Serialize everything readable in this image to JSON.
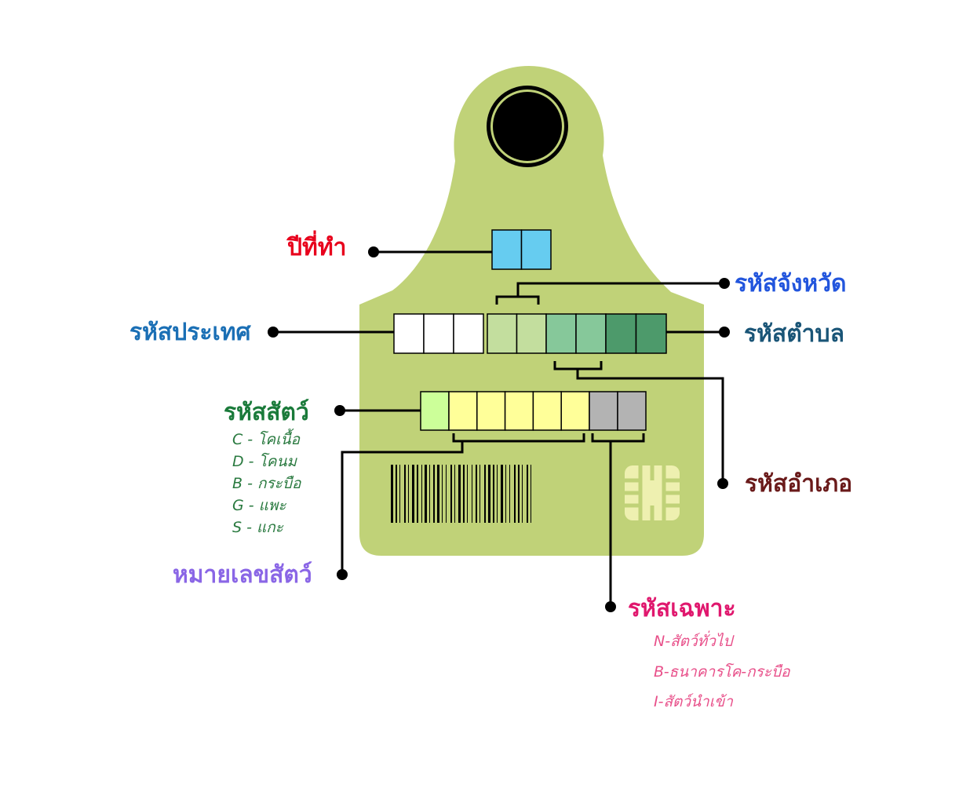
{
  "labels": {
    "year": "ปีที่ทำ",
    "province": "รหัสจังหวัด",
    "country": "รหัสประเทศ",
    "subdistrict": "รหัสตำบล",
    "animal": "รหัสสัตว์",
    "animal_number": "หมายเลขสัตว์",
    "district": "รหัสอำเภอ",
    "special": "รหัสเฉพาะ"
  },
  "animal_types": [
    "C - โคเนื้อ",
    "D - โคนม",
    "B - กระบือ",
    "G - แพะ",
    "S - แกะ"
  ],
  "special_codes": [
    "N-สัตว์ทั่วไป",
    "B-ธนาคารโค-กระบือ",
    "I-สัตว์นำเข้า"
  ],
  "colors": {
    "tag": "#c0d278",
    "year_cells": "#66ccf0",
    "country_cells": "#ffffff",
    "province_cells": "#c3de9e",
    "district_cells": "#86c89a",
    "subdistrict_cells": "#4d9a6b",
    "animal_cell": "#ccff99",
    "number_cells": "#ffff99",
    "special_cells": "#b3b3b3",
    "year_text": "#e8001c",
    "province_text": "#2255dd",
    "country_text": "#1a6fb5",
    "subdistrict_text": "#1a5577",
    "animal_text": "#1a7a3a",
    "animal_number_text": "#8a66e6",
    "district_text": "#6a1a1a",
    "special_text": "#e0186e"
  },
  "icons": [
    "tag-hole-icon",
    "barcode-icon",
    "chip-icon"
  ]
}
